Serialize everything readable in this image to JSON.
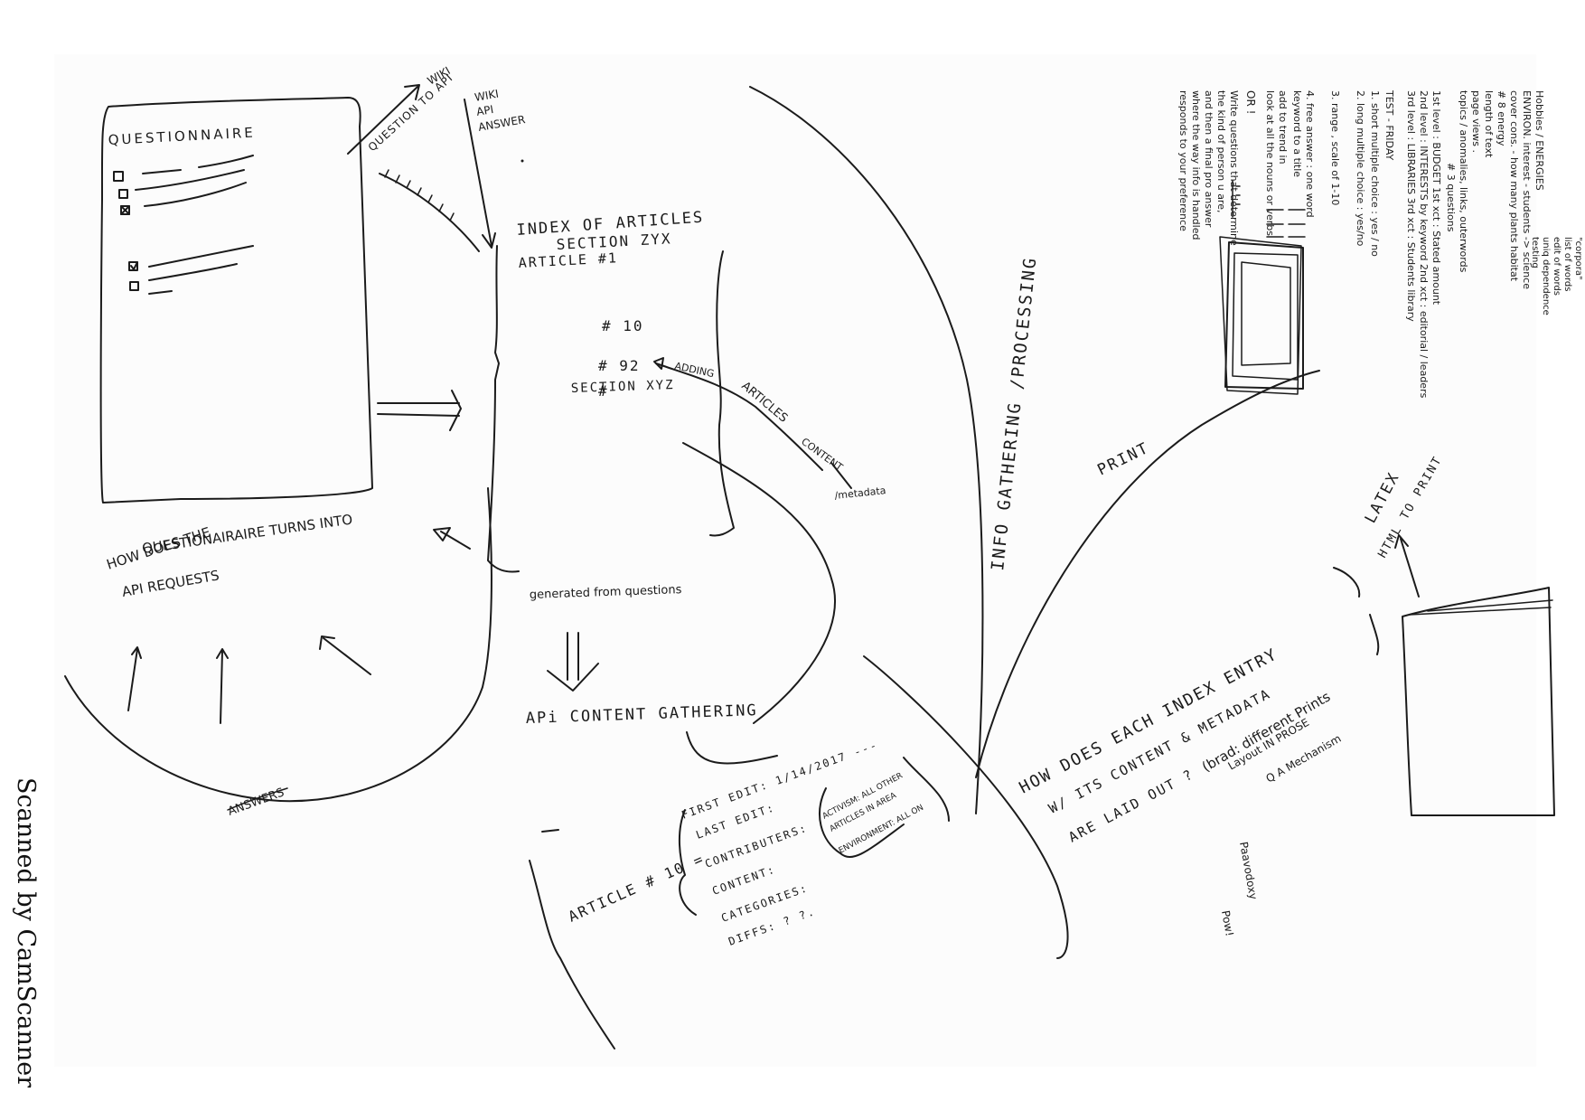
{
  "watermark": "Scanned by CamScanner",
  "questionnaire": {
    "title": "QUESTIONNAIRE",
    "question_to_api": "QUESTION TO API",
    "wiki_top": "WIKI",
    "wiki_api_answer": [
      "WIKI",
      "API",
      "ANSWER"
    ],
    "how_does": [
      "HOW DOES THE",
      "QUESTIONAIRAIRE  TURNS INTO",
      "API REQUESTS"
    ],
    "answers_label": "ANSWERS"
  },
  "index": {
    "title": "INDEX   OF   ARTICLES",
    "section_zyx": "SECTION ZYX",
    "article_1": "ARTICLE  #1",
    "num_10": "# 10",
    "num_92": "#  92",
    "num_blank": "#",
    "section_xyz": "SECTION  XYZ",
    "adding": "ADDING",
    "articles": "ARTICLES",
    "content": "CONTENT",
    "metadata": "/metadata",
    "generated": "generated  from questions",
    "api_gathering": "APi   CONTENT   GATHERING",
    "info_gathering": "INFO  GATHERING  /PROCESSING"
  },
  "article10": {
    "label": "ARTICLE   # 10 =",
    "first_edit": "FIRST EDIT:  1/14/2017 ---",
    "last_edit": "LAST EDIT:",
    "contributors": "CONTRIBUTERS:",
    "content": "CONTENT:",
    "categories": "CATEGORIES:",
    "diffs": "DIFFS:  ? ?.",
    "activism": "ACTIVISM: ALL OTHER",
    "articles_in": "ARTICLES IN AREA",
    "environment": "ENVIRONMENT: ALL ON"
  },
  "print": {
    "label": "PRINT",
    "latex": "LATEX",
    "html_to_print": "HTML  TO  PRINT",
    "how_laid": [
      "HOW  DOES  EACH  INDEX  ENTRY",
      "W/ ITS  CONTENT & METADATA",
      "ARE    LAID  OUT ?"
    ],
    "brainstorm": [
      "(brad:  different Prints",
      "Layout   IN PROSE",
      "Q A  Mechanism"
    ],
    "bottom_note": [
      "Paavodoxy",
      "Pow!"
    ]
  },
  "notes": {
    "lines": [
      "Hobbies / ENERGIES",
      "ENVIRON. interest  -  students -> science",
      "cover cons.  -  how many plants  habitat",
      "# 8 energy",
      "length of text",
      "page views .",
      "topics / anomalies, links, outerwords",
      "# 3 questions",
      "1st level : BUDGET        1st xct : Stated amount",
      "2nd level : INTERESTS by keyword   2nd xct : editorial / leaders",
      "3rd level : LIBRARIES     3rd xct : Students library",
      "TEST  - FRIDAY",
      "1. short multiple choice : yes / no",
      "2. long multiple choice : yes/no",
      "3. range , scale of 1-10",
      "4. free answer : one word",
      "   keyword  to a title",
      "   add to trend in",
      "   look at all the nouns or verbs",
      "OR !",
      "Write questions that determine",
      "the kind of person u are,",
      "and then a final pro answer",
      "where the way info is handled",
      "responds to your preference"
    ],
    "side_note": [
      "\"corpora\"",
      "list of words",
      "edit of words",
      "uniq dependence",
      "testing"
    ]
  }
}
